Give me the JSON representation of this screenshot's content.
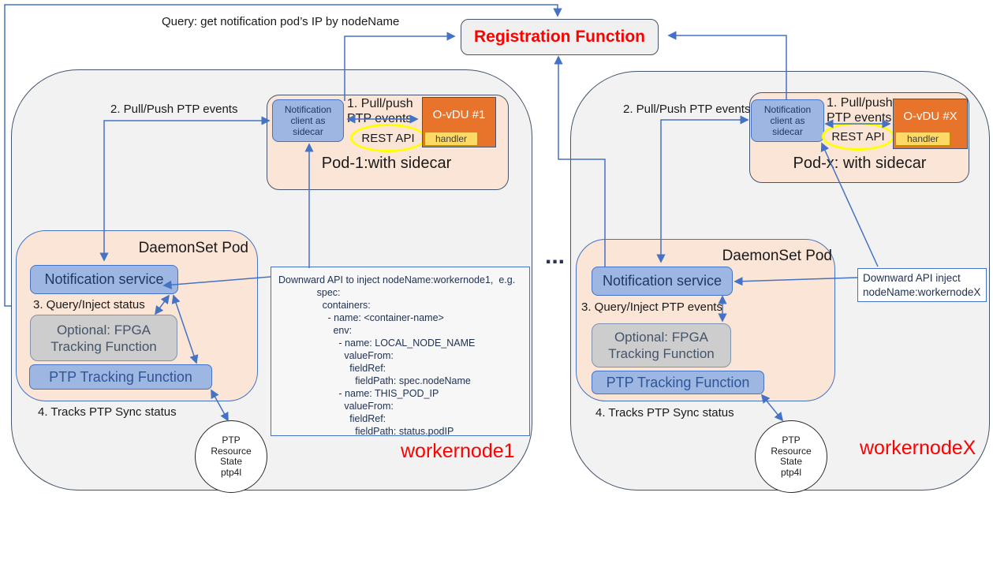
{
  "colors": {
    "accent_blue": "#4472c4",
    "node_border": "#44546a",
    "node_fill": "#f2f2f2",
    "pod_fill": "#fbe5d6",
    "blue_box_fill": "#9db7e2",
    "gray_box_fill": "#cdcdcd",
    "ovdu_fill": "#e8742c",
    "handler_fill": "#ffd966",
    "rest_api_ring": "#ffff00",
    "red_text": "#ff0000"
  },
  "top": {
    "registration_label": "Registration Function",
    "query_label": "Query: get notification pod’s IP by nodeName",
    "ellipsis": "..."
  },
  "shared": {
    "step1": "1. Pull/push\nPTP events",
    "rest_api": "REST API",
    "step2": "2. Pull/Push PTP events",
    "step4": "4. Tracks PTP Sync status",
    "daemonset_title": "DaemonSet Pod",
    "notification_client": "Notification client as sidecar",
    "notification_service": "Notification service",
    "fpga": "Optional: FPGA\nTracking Function",
    "ptp_tracking": "PTP Tracking Function",
    "handler": "handler",
    "ptp_circle": "PTP\nResource\nState\nptp4l"
  },
  "left_node": {
    "pod_title": "Pod-1:with sidecar",
    "ovdu": "O-vDU #1",
    "step3": "3. Query/Inject status",
    "node_label": "workernode1",
    "downward_api_yaml": "Downward API to inject nodeName:workernode1,  e.g.\n              spec:\n                containers:\n                  - name: <container-name>\n                    env:\n                      - name: LOCAL_NODE_NAME\n                        valueFrom:\n                          fieldRef:\n                            fieldPath: spec.nodeName\n                      - name: THIS_POD_IP\n                        valueFrom:\n                          fieldRef:\n                            fieldPath: status.podIP"
  },
  "right_node": {
    "pod_title": "Pod-x: with sidecar",
    "ovdu": "O-vDU #X",
    "step3": "3. Query/Inject PTP events",
    "node_label": "workernodeX",
    "downward_api": "Downward API inject\nnodeName:workernodeX"
  }
}
